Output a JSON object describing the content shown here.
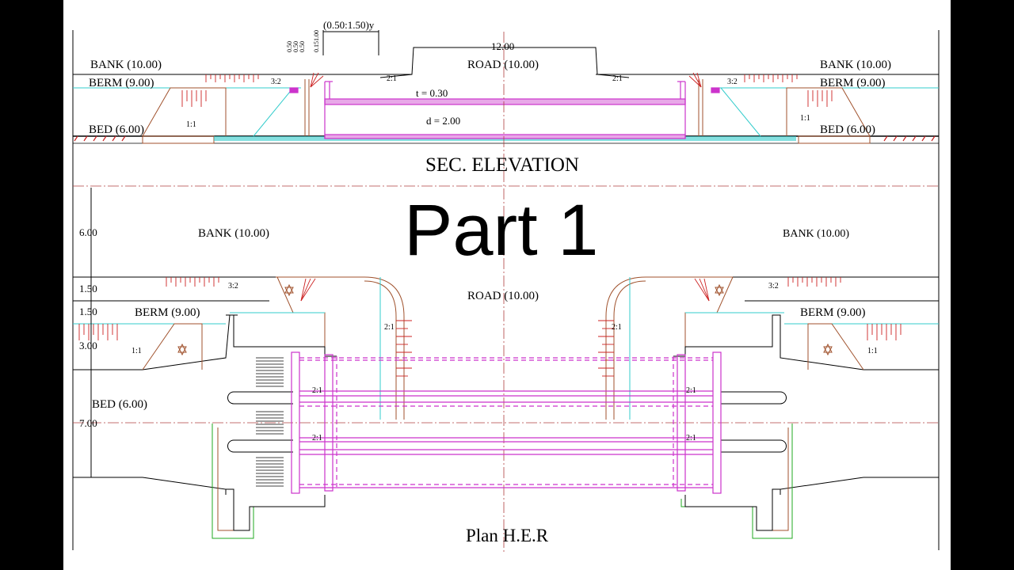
{
  "overlay_title": "Part 1",
  "section": {
    "title": "SEC. ELEVATION",
    "bank_left": "BANK (10.00)",
    "bank_right": "BANK (10.00)",
    "berm_left": "BERM (9.00)",
    "berm_right": "BERM (9.00)",
    "bed_left": "BED (6.00)",
    "bed_right": "BED (6.00)",
    "road": "ROAD (10.00)",
    "road_width": "12.00",
    "slope_side": "(0.50:1.50)y",
    "thickness": "t = 0.30",
    "depth": "d = 2.00",
    "slope_2_1": "2:1",
    "slope_3_2": "3:2",
    "slope_1_1": "1:1",
    "small_dims": [
      "0.15",
      "1.00",
      "0.50",
      "0.50",
      "0.50"
    ]
  },
  "plan": {
    "title": "Plan H.E.R",
    "bank_left": "BANK (10.00)",
    "bank_right": "BANK (10.00)",
    "road": "ROAD (10.00)",
    "berm_left": "BERM (9.00)",
    "berm_right": "BERM (9.00)",
    "bed_left": "BED (6.00)",
    "dims": [
      "6.00",
      "1.50",
      "1.50",
      "3.00",
      "7.00"
    ],
    "slope_2_1": "2:1",
    "slope_3_2": "3:2",
    "slope_1_1": "1:1"
  },
  "colors": {
    "magenta": "#cc33cc",
    "cyan": "#33cccc",
    "brown": "#a0522d",
    "red": "#cc2222",
    "green": "#22aa22",
    "centerline": "#b04040"
  }
}
